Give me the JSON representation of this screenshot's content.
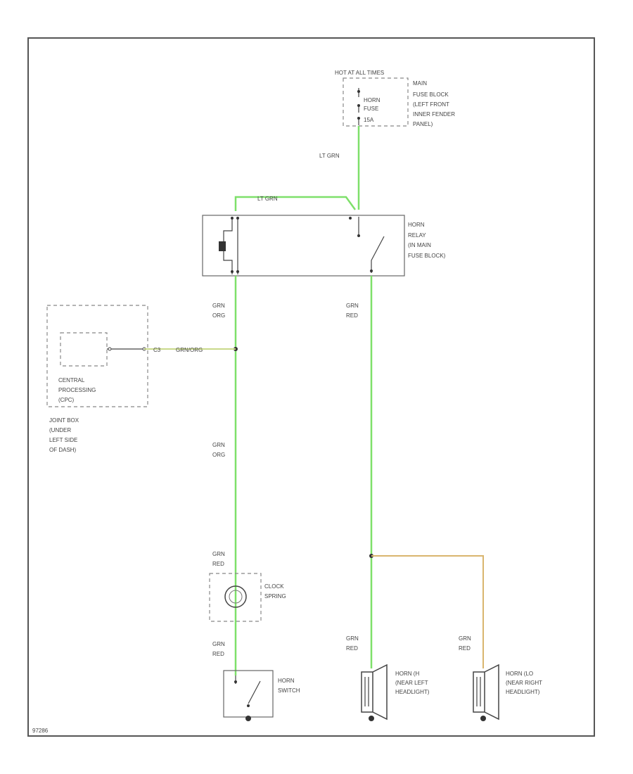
{
  "colors": {
    "wire_green": "#7ee06a",
    "wire_yellow_green": "#c9d98a",
    "wire_tan": "#d9b56e",
    "frame": "#555555"
  },
  "fuse": {
    "header": "HOT AT ALL TIMES",
    "block_lines": [
      "MAIN",
      "FUSE BLOCK",
      "(LEFT FRONT",
      "INNER FENDER",
      "PANEL)"
    ],
    "fuse_lines": [
      "HORN",
      "FUSE",
      "15A"
    ]
  },
  "wires": {
    "fuse_to_relay": "LT GRN",
    "relay_top": "LT GRN",
    "relay_coil_out": [
      "GRN",
      "ORG"
    ],
    "relay_switch_out": [
      "GRN",
      "RED"
    ],
    "cpu_wire_pin": "C3",
    "cpu_wire_color": "GRN/ORG",
    "lower_coil": [
      "GRN",
      "ORG"
    ],
    "clock_spring_top": [
      "GRN",
      "RED"
    ],
    "horn_switch_in": [
      "GRN",
      "RED"
    ],
    "left_horn_in": [
      "GRN",
      "RED"
    ],
    "right_horn_in": [
      "GRN",
      "RED"
    ]
  },
  "relay": {
    "label_lines": [
      "HORN",
      "RELAY",
      "(IN MAIN",
      "FUSE BLOCK)"
    ]
  },
  "cpu": {
    "label_lines": [
      "CENTRAL",
      "PROCESSING",
      "(CPC)"
    ],
    "location_lines": [
      "JOINT BOX",
      "(UNDER",
      "LEFT SIDE",
      "OF DASH)"
    ]
  },
  "clock_spring": {
    "label_lines": [
      "CLOCK",
      "SPRING"
    ]
  },
  "horn_switch": {
    "label_lines": [
      "HORN",
      "SWITCH"
    ]
  },
  "horn_left": {
    "label_lines": [
      "HORN (H",
      "(NEAR LEFT",
      "HEADLIGHT)"
    ]
  },
  "horn_right": {
    "label_lines": [
      "HORN (LO",
      "(NEAR RIGHT",
      "HEADLIGHT)"
    ]
  },
  "footer": {
    "code": "97286"
  }
}
